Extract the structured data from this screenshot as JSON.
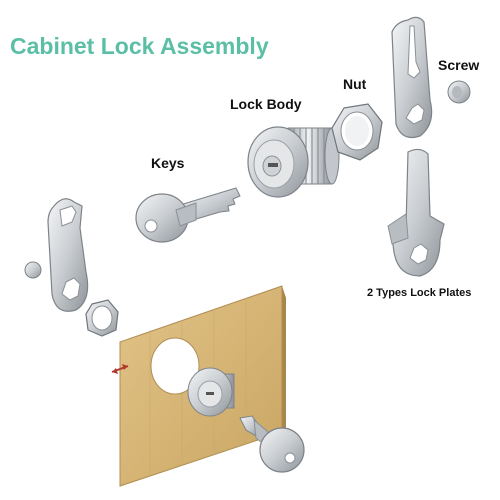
{
  "title": "Cabinet Lock Assembly",
  "labels": {
    "keys": "Keys",
    "lock_body": "Lock Body",
    "nut": "Nut",
    "screw": "Screw",
    "lock_plates": "2 Types Lock Plates"
  },
  "colors": {
    "title": "#5bbfa6",
    "metal_light": "#e6e8ea",
    "metal_dark": "#8a9096",
    "wood": "#d9b877",
    "arrow": "#b03a2e"
  },
  "icons": [
    "key-icon",
    "lock-body-icon",
    "hex-nut-icon",
    "screw-icon",
    "cam-plate-icon",
    "cabinet-panel-icon"
  ]
}
